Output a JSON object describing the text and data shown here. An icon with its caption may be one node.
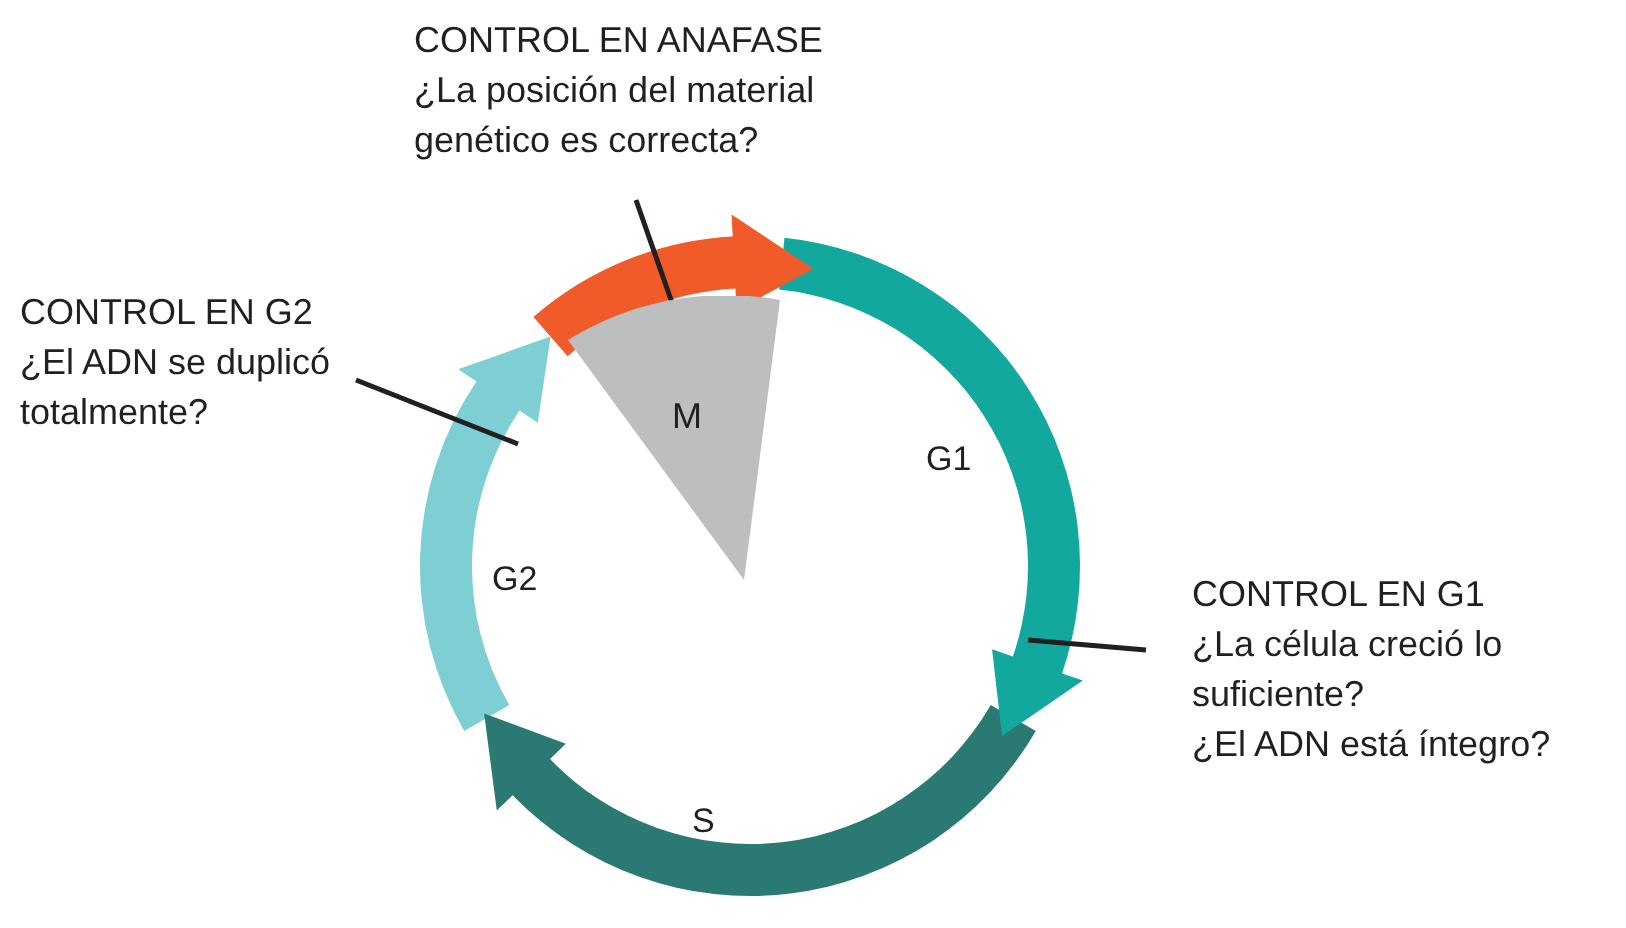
{
  "diagram": {
    "nodes": [
      {
        "text": [
          "CONTROL EN ANAFASE",
          "¿La posición del material genético es correcta?"
        ]
      },
      {
        "text": [
          "CONTROL EN G2",
          "¿El ADN se duplicó totalmente?"
        ]
      },
      {
        "text": [
          "CONTROL EN G1",
          "¿La célula creció lo suficiente?",
          "¿El ADN está íntegro?"
        ]
      },
      {
        "text": [
          "M"
        ]
      }
    ],
    "edges": [
      {
        "from": 0,
        "to": 3,
        "arrow": "none"
      },
      {
        "from": 1,
        "to": null,
        "arrow": "none"
      },
      {
        "from": 2,
        "to": null,
        "arrow": "none"
      }
    ],
    "labels": [
      "G1",
      "G2",
      "S"
    ]
  }
}
